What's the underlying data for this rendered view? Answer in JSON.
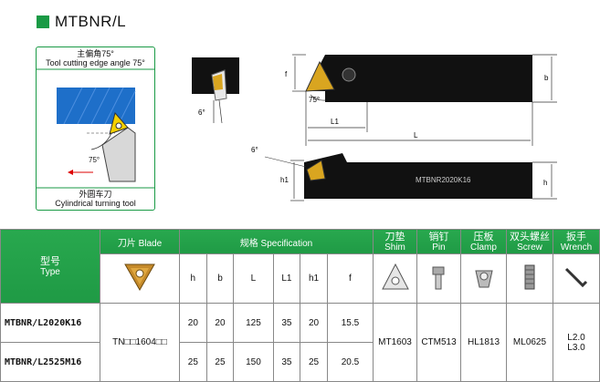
{
  "product_title": "MTBNR/L",
  "diagram": {
    "top_caption_cn": "主偏角75°",
    "top_caption_en": "Tool cutting edge angle 75°",
    "bottom_caption_cn": "外圆车刀",
    "bottom_caption_en": "Cylindrical turning tool",
    "angle_label": "75°"
  },
  "drawing_labels": {
    "angle_6_top": "6°",
    "angle_75": "75°",
    "f": "f",
    "b": "b",
    "L1": "L1",
    "L": "L",
    "angle_6_side": "6°",
    "h1": "h1",
    "h": "h",
    "body_marking": "MTBNR2020K16"
  },
  "table": {
    "headers": {
      "type_cn": "型号",
      "type_en": "Type",
      "blade": "刀片 Blade",
      "spec": "规格 Specification",
      "shim_cn": "刀垫",
      "shim_en": "Shim",
      "pin_cn": "销钉",
      "pin_en": "Pin",
      "clamp_cn": "压板",
      "clamp_en": "Clamp",
      "screw_cn": "双头螺丝",
      "screw_en": "Screw",
      "wrench_cn": "扳手",
      "wrench_en": "Wrench"
    },
    "spec_columns": [
      "h",
      "b",
      "L",
      "L1",
      "h1",
      "f"
    ],
    "rows": [
      {
        "type": "MTBNR/L2020K16",
        "values": [
          "20",
          "20",
          "125",
          "35",
          "20",
          "15.5"
        ]
      },
      {
        "type": "MTBNR/L2525M16",
        "values": [
          "25",
          "25",
          "150",
          "35",
          "25",
          "20.5"
        ]
      }
    ],
    "blade_value": "TN□□1604□□",
    "shim_value": "MT1603",
    "pin_value": "CTM513",
    "clamp_value": "HL1813",
    "screw_value": "ML0625",
    "wrench_values": [
      "L2.0",
      "L3.0"
    ]
  },
  "colors": {
    "brand_green": "#1f9a45",
    "insert_gold": "#d9a520",
    "blueprint_blue": "#1e6fc9"
  }
}
